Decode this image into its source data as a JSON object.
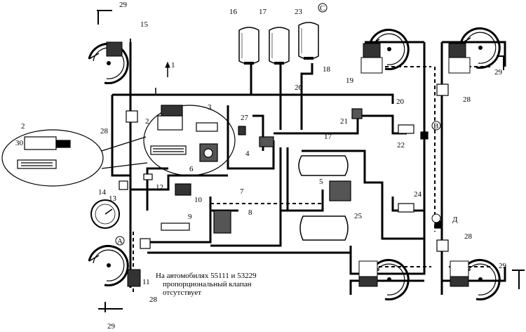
{
  "diagram": {
    "labels": {
      "l1": "1",
      "l2": "2",
      "l3": "3",
      "l4": "4",
      "l5": "5",
      "l6": "6",
      "l7": "7",
      "l8": "8",
      "l9": "9",
      "l10": "10",
      "l11": "11",
      "l12": "12",
      "l13": "13",
      "l14": "14",
      "l15": "15",
      "l16": "16",
      "l17": "17",
      "l18": "18",
      "l19": "19",
      "l20": "20",
      "l21": "21",
      "l22": "22",
      "l23": "23",
      "l24": "24",
      "l25": "25",
      "l26": "26",
      "l27": "27",
      "l28": "28",
      "l29": "29",
      "l30": "30",
      "mA": "А",
      "mB": "В",
      "mC": "С",
      "mD": "Д"
    },
    "footnote": {
      "line1": "На автомобилях 55111 и 53229",
      "line2": "пропорциональный клапан",
      "line3": "отсутствует"
    }
  }
}
